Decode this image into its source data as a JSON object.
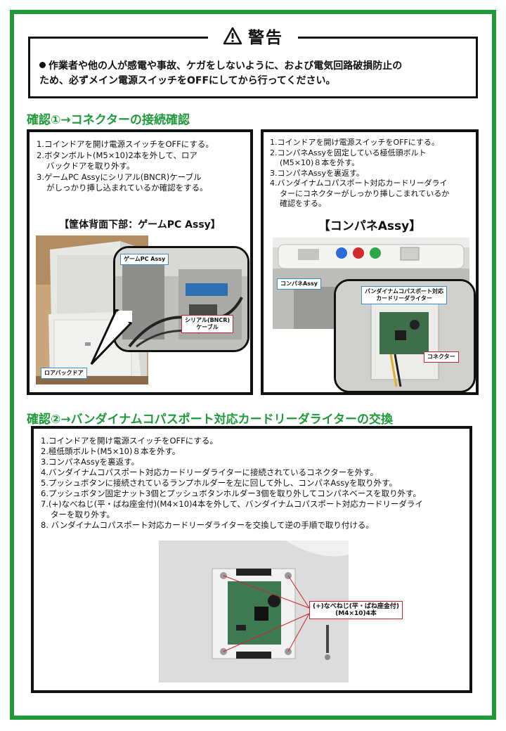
{
  "warning": {
    "title": "警告",
    "line1": "作業者や他の人が感電や事故、ケガをしないように、および電気回路破損防止の",
    "line2": "ため、必ずメイン電源スイッチをOFFにしてから行ってください。"
  },
  "section1": {
    "heading": "確認①→コネクターの接続確認",
    "left": {
      "steps": [
        "1.コインドアを開け電源スイッチをOFFにする。",
        "2.ボタンボルト(M5×10)2本を外して、ロア",
        "バックドアを取り外す。",
        "3.ゲームPC Assyにシリアル(BNCR)ケーブル",
        "がしっかり挿し込まれているか確認をする。"
      ],
      "caption": "【筐体背面下部：ゲームPC Assy】",
      "label_pc": "ゲームPC Assy",
      "label_cable_1": "シリアル(BNCR)",
      "label_cable_2": "ケーブル",
      "label_door": "ロアバックドア"
    },
    "right": {
      "steps": [
        "1.コインドアを開け電源スイッチをOFFにする。",
        "2.コンパネAssyを固定している極低頭ボルト",
        "(M5×10)８本を外す。",
        "3.コンパネAssyを裏返す。",
        "4.バンダイナムコパスポート対応カードリーダライ",
        "ターにコネクターがしっかり挿しこまれているか",
        "確認をする。"
      ],
      "caption": "【コンパネAssy】",
      "label_panel": "コンパネAssy",
      "label_reader_1": "バンダイナムコパスポート対応",
      "label_reader_2": "カードリーダライター",
      "label_connector": "コネクター"
    }
  },
  "section2": {
    "heading": "確認②→バンダイナムコパスポート対応カードリーダライターの交換",
    "steps": [
      "1.コインドアを開け電源スイッチをOFFにする。",
      "2.極低頭ボルト(M5×10)８本を外す。",
      "3.コンパネAssyを裏返す。",
      "4.バンダイナムコパスポート対応カードリーダライターに接続されているコネクターを外す。",
      "5.プッシュボタンに接続されているランプホルダーを左に回して外し、コンパネAssyを取り外す。",
      "6.プッシュボタン固定ナット3個とプッシュボタンホルダー3個を取り外してコンパネベースを取り外す。",
      "7.(+)なべねじ(平・ばね座金付)(M4×10)4本を外して、バンダイナムコパスポート対応カードリーダライ",
      "ターを取り外す。",
      "8. バンダイナムコパスポート対応カードリーダライターを交換して逆の手順で取り付ける。"
    ],
    "label_screw_1": "(+)なべねじ(平・ばね座金付)",
    "label_screw_2": "(M4×10)4本"
  },
  "colors": {
    "frame": "#1f9a3a",
    "heading": "#1f9a3a",
    "label_border_blue": "#3a8fc8",
    "label_border_red": "#d0202a"
  },
  "icons": [
    "warning-triangle-icon"
  ]
}
